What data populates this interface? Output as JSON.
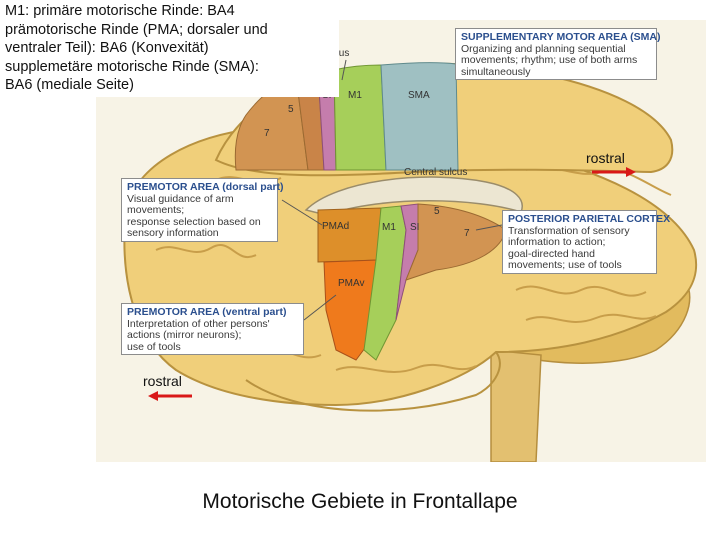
{
  "top_note": {
    "lines": [
      "M1: primäre motorische Rinde: BA4",
      "prämotorische Rinde (PMA; dorsaler und",
      "ventraler Teil): BA6 (Konvexität)",
      "supplemetäre motorische Rinde (SMA):",
      "BA6 (mediale Seite)"
    ]
  },
  "boxes": {
    "sma": {
      "heading": "SUPPLEMENTARY MOTOR AREA (SMA)",
      "lines": [
        "Organizing and planning sequential",
        "movements; rhythm; use of both arms",
        "simultaneously"
      ]
    },
    "pma_dorsal": {
      "heading": "PREMOTOR AREA (dorsal part)",
      "lines": [
        "Visual guidance of arm",
        "movements;",
        "response selection based on",
        "sensory information"
      ]
    },
    "ppc": {
      "heading": "POSTERIOR PARIETAL CORTEX",
      "lines": [
        "Transformation of sensory",
        "information to action;",
        "goal-directed hand",
        "movements;  use of tools"
      ]
    },
    "pma_ventral": {
      "heading": "PREMOTOR AREA (ventral part)",
      "lines": [
        "Interpretation of other persons'",
        "actions (mirror neurons);",
        "use of tools"
      ]
    }
  },
  "labels": {
    "central_sulcus_top": "Central sulcus",
    "central_sulcus_lateral": "Central sulcus",
    "si_top": "SI",
    "m1_top": "M1",
    "sma": "SMA",
    "five_top": "5",
    "seven_top": "7",
    "pmad": "PMAd",
    "pmav": "PMAv",
    "m1_lateral": "M1",
    "si_lateral": "SI",
    "five_lateral": "5",
    "seven_lateral": "7"
  },
  "rostral_top": "rostral",
  "rostral_bottom": "rostral",
  "caption": "Motorische Gebiete in Frontallape",
  "colors": {
    "cortex": "#f0cf7a",
    "m1": "#a6cf5a",
    "sma": "#9fc0c2",
    "si": "#c57dac",
    "parietal": "#d29452",
    "pmad": "#dd8f2a",
    "pmav": "#ef7a1c",
    "arrow": "#d91818",
    "box_heading": "#2b4f8e"
  }
}
